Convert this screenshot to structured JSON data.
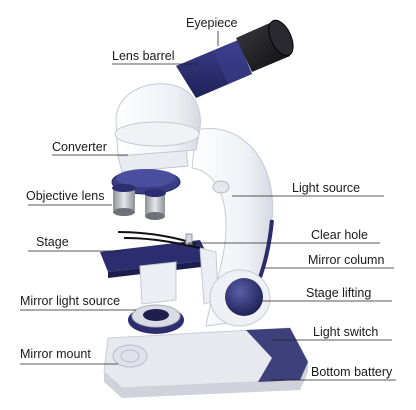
{
  "labels": {
    "eyepiece": "Eyepiece",
    "lens_barrel": "Lens barrel",
    "converter": "Converter",
    "objective_lens": "Objective lens",
    "stage": "Stage",
    "mirror_light_source": "Mirror light source",
    "mirror_mount": "Mirror mount",
    "light_source": "Light source",
    "clear_hole": "Clear hole",
    "mirror_column": "Mirror column",
    "stage_lifting": "Stage lifting",
    "light_switch": "Light switch",
    "bottom_battery": "Bottom battery"
  },
  "colors": {
    "body": "#f4f5f9",
    "accent": "#2b2d6e",
    "eyepiece": "#1b1b1f",
    "lens_metal": "#b9bcc2",
    "leader_line": "#222222"
  }
}
